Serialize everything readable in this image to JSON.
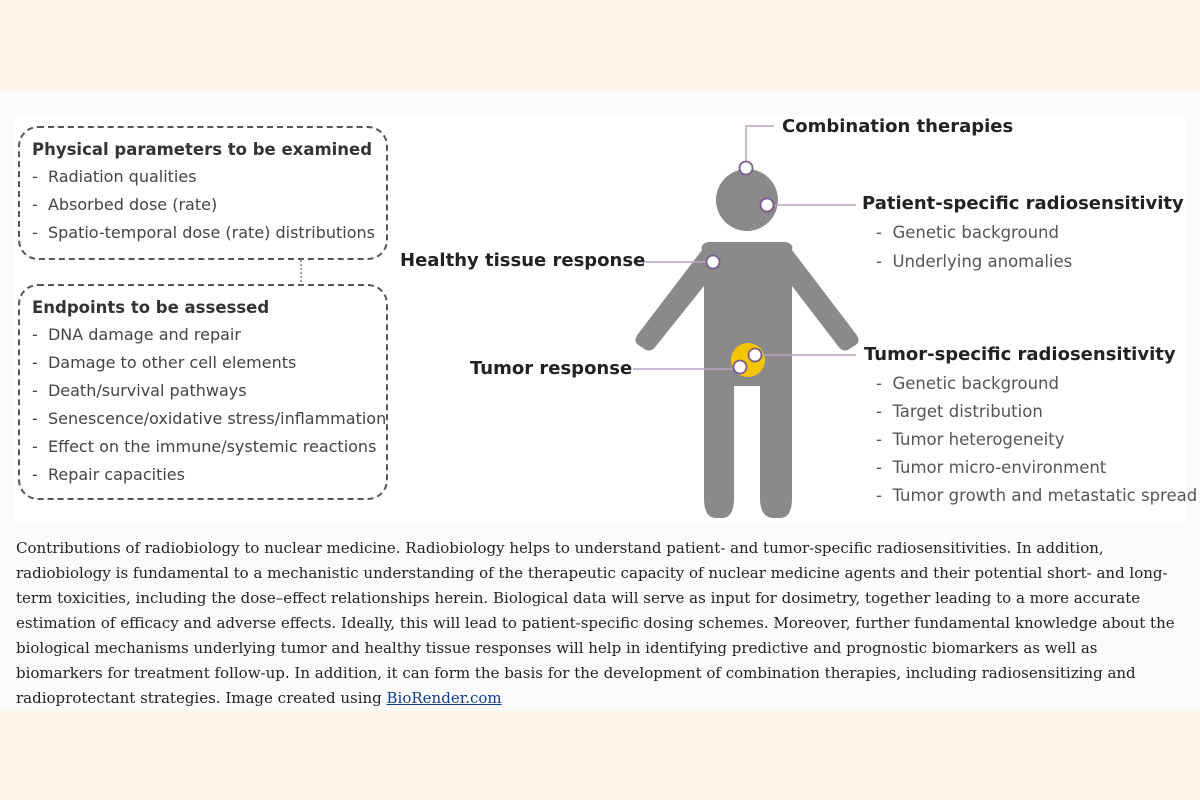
{
  "figure": {
    "physical_box": {
      "title": "Physical parameters to be examined",
      "items": [
        "Radiation qualities",
        "Absorbed dose (rate)",
        "Spatio-temporal dose (rate) distributions"
      ]
    },
    "endpoints_box": {
      "title": "Endpoints to be assessed",
      "items": [
        "DNA damage and repair",
        "Damage to other cell elements",
        "Death/survival pathways",
        "Senescence/oxidative stress/inflammation",
        "Effect on the immune/systemic reactions",
        "Repair capacities"
      ]
    },
    "labels": {
      "combination": "Combination therapies",
      "patient": "Patient-specific radiosensitivity",
      "healthy": "Healthy tissue response",
      "tumor_response": "Tumor response",
      "tumor_specific": "Tumor-specific radiosensitivity"
    },
    "patient_items": [
      "Genetic background",
      "Underlying anomalies"
    ],
    "tumor_items": [
      "Genetic background",
      "Target distribution",
      "Tumor heterogeneity",
      "Tumor micro-environment",
      "Tumor growth and metastatic spread"
    ],
    "colors": {
      "figure_gray": "#8a8a8a",
      "connector": "#b9a3c4",
      "tumor": "#f5c400"
    }
  },
  "caption": {
    "text": "Contributions of radiobiology to nuclear medicine. Radiobiology helps to understand patient- and tumor-specific radiosensitivities. In addition, radiobiology is fundamental to a mechanistic understanding of the therapeutic capacity of nuclear medicine agents and their potential short- and long-term toxicities, including the dose–effect relationships herein. Biological data will serve as input for dosimetry, together leading to a more accurate estimation of efficacy and adverse effects. Ideally, this will lead to patient-specific dosing schemes. Moreover, further fundamental knowledge about the biological mechanisms underlying tumor and healthy tissue responses will help in identifying predictive and prognostic biomarkers as well as biomarkers for treatment follow-up. In addition, it can form the basis for the development of combination therapies, including radiosensitizing and radioprotectant strategies. Image created using ",
    "link": "BioRender.com"
  }
}
